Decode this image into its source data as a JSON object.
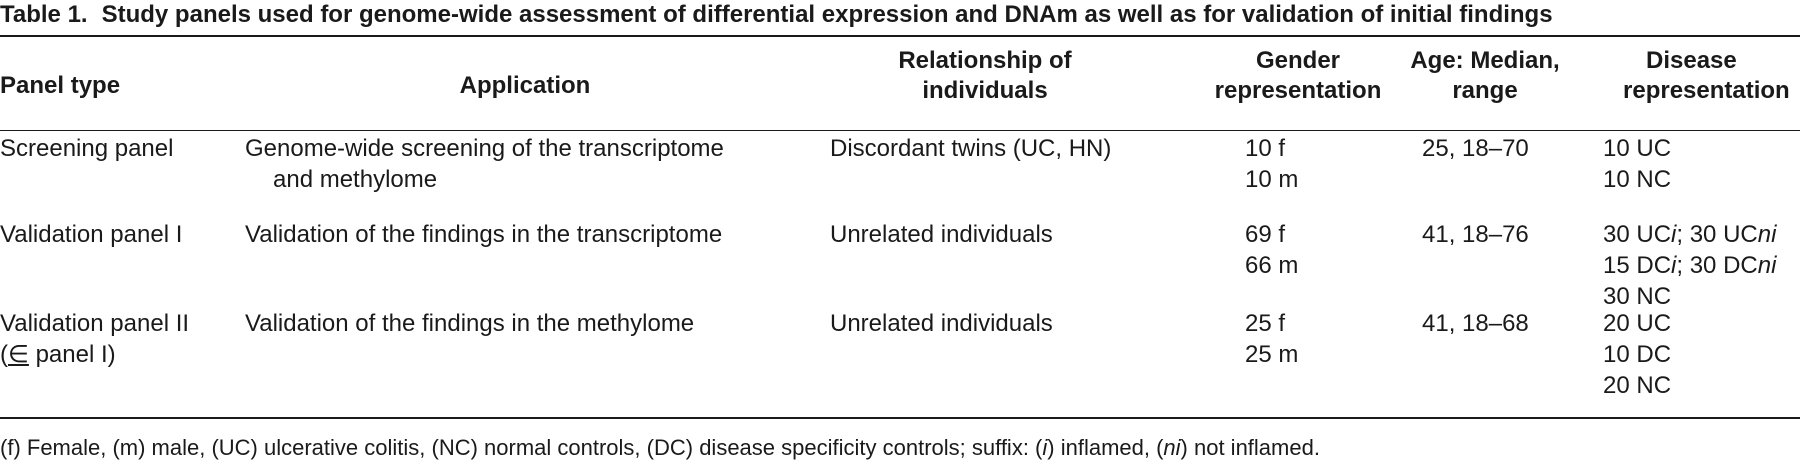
{
  "table": {
    "label": "Table 1.",
    "caption": "Study panels used for genome-wide assessment of differential expression and DNAm as well as for validation of initial findings",
    "headers": {
      "panel_type": "Panel type",
      "application": "Application",
      "relationship": [
        "Relationship of",
        "individuals"
      ],
      "gender": [
        "Gender",
        "representation"
      ],
      "age": [
        "Age: Median,",
        "range"
      ],
      "disease": [
        "Disease",
        "representation"
      ]
    },
    "rows": [
      {
        "panel_type": [
          "Screening panel"
        ],
        "application": [
          "Genome-wide screening of the transcriptome",
          "and methylome"
        ],
        "relationship": "Discordant twins (UC, HN)",
        "gender": [
          "10 f",
          "10 m"
        ],
        "age": "25, 18–70",
        "disease": [
          "10 UC",
          "10 NC"
        ]
      },
      {
        "panel_type": [
          "Validation panel I"
        ],
        "application": [
          "Validation of the findings in the transcriptome"
        ],
        "relationship": "Unrelated individuals",
        "gender": [
          "69 f",
          "66 m"
        ],
        "age": "41, 18–76",
        "disease_rich": [
          {
            "a": "30 UC",
            "ai": "i",
            "b": "; 30 UC",
            "bi": "ni"
          },
          {
            "a": "15 DC",
            "ai": "i",
            "b": "; 30 DC",
            "bi": "ni"
          },
          {
            "a": "30 NC",
            "ai": "",
            "b": "",
            "bi": ""
          }
        ]
      },
      {
        "panel_type": [
          "Validation panel II",
          "(",
          "∈",
          " panel I)"
        ],
        "application": [
          "Validation of the findings in the methylome"
        ],
        "relationship": "Unrelated individuals",
        "gender": [
          "25 f",
          "25 m"
        ],
        "age": "41, 18–68",
        "disease": [
          "20 UC",
          "10 DC",
          "20 NC"
        ]
      }
    ],
    "footnote": {
      "p1": "(f) Female, (m) male, (UC) ulcerative colitis, (NC) normal controls, (DC) disease specificity controls; suffix: (",
      "i": "i",
      "p2": ") inflamed, (",
      "ni": "ni",
      "p3": ") not inflamed."
    }
  }
}
